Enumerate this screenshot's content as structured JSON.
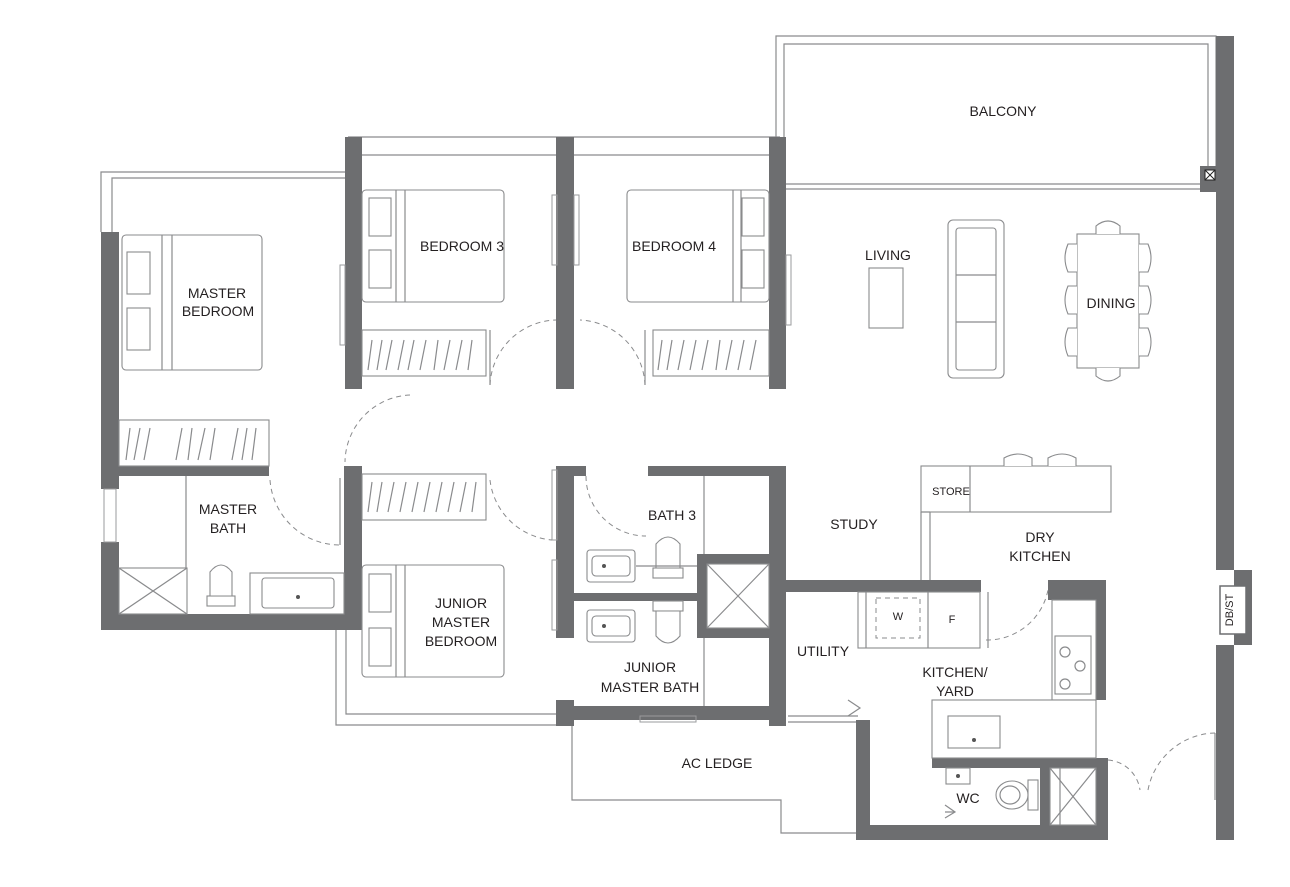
{
  "rooms": {
    "balcony": "BALCONY",
    "living": "LIVING",
    "dining": "DINING",
    "bedroom3": "BEDROOM 3",
    "bedroom4": "BEDROOM 4",
    "master_bedroom": [
      "MASTER",
      "BEDROOM"
    ],
    "master_bath": [
      "MASTER",
      "BATH"
    ],
    "bath3": "BATH 3",
    "study": "STUDY",
    "store": "STORE",
    "dry_kitchen": [
      "DRY",
      "KITCHEN"
    ],
    "junior_master_bedroom": [
      "JUNIOR",
      "MASTER",
      "BEDROOM"
    ],
    "junior_master_bath": [
      "JUNIOR",
      "MASTER BATH"
    ],
    "utility": "UTILITY",
    "kitchen_yard": [
      "KITCHEN/",
      "YARD"
    ],
    "ac_ledge": "AC LEDGE",
    "wc": "WC",
    "washer": "W",
    "fridge": "F",
    "dbst": "DB/ST"
  }
}
